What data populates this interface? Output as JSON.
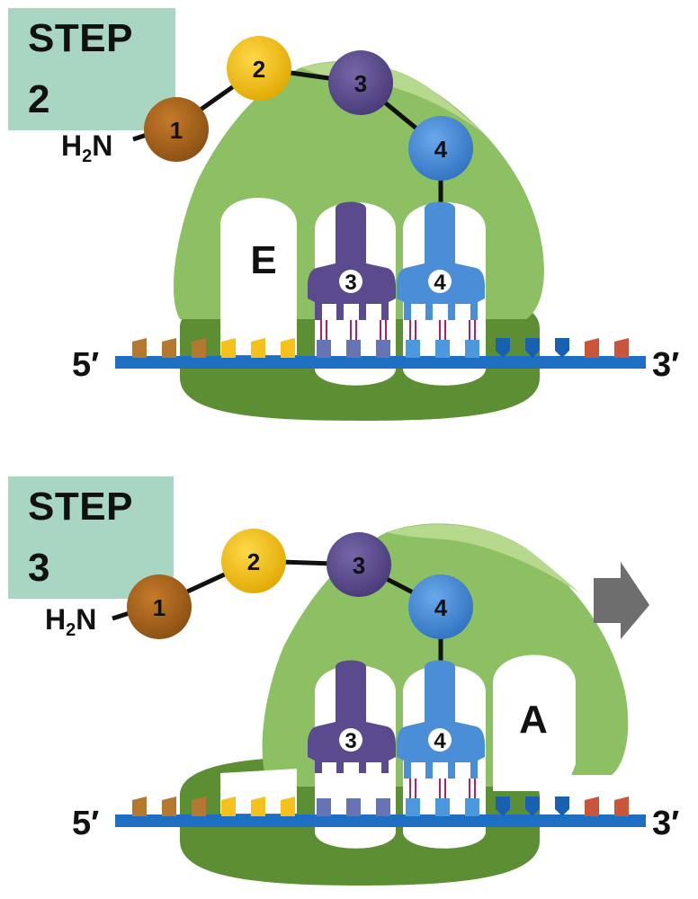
{
  "panels": [
    {
      "step_label": "STEP 2",
      "n_terminus": "H",
      "n_terminus_sub": "2",
      "n_terminus_end": "N",
      "amino_acids": [
        "1",
        "2",
        "3",
        "4"
      ],
      "site_labels": {
        "e_site": "E"
      },
      "trnas": [
        "3",
        "4"
      ],
      "mrna_5": "5′",
      "mrna_3": "3′"
    },
    {
      "step_label": "STEP 3",
      "n_terminus": "H",
      "n_terminus_sub": "2",
      "n_terminus_end": "N",
      "amino_acids": [
        "1",
        "2",
        "3",
        "4"
      ],
      "site_labels": {
        "a_site": "A"
      },
      "trnas": [
        "3",
        "4"
      ],
      "mrna_5": "5′",
      "mrna_3": "3′"
    }
  ],
  "colors": {
    "ribosome_large": "#8cc063",
    "ribosome_large_hi": "#b6d98d",
    "ribosome_small": "#5c8f33",
    "aa1": "#a0601a",
    "aa2": "#f5c518",
    "aa3": "#5b4b8e",
    "aa4": "#4a8ed8",
    "mrna": "#1e6fc4",
    "codon_brown": "#b4782e",
    "codon_yellow": "#f4c21a",
    "codon_purple": "#6674b4",
    "codon_blue": "#4c98dc",
    "codon_navy": "#1761b0",
    "codon_red": "#c9563a",
    "arrow": "#6e6e6e",
    "step_bg": "#a9d5c3"
  }
}
